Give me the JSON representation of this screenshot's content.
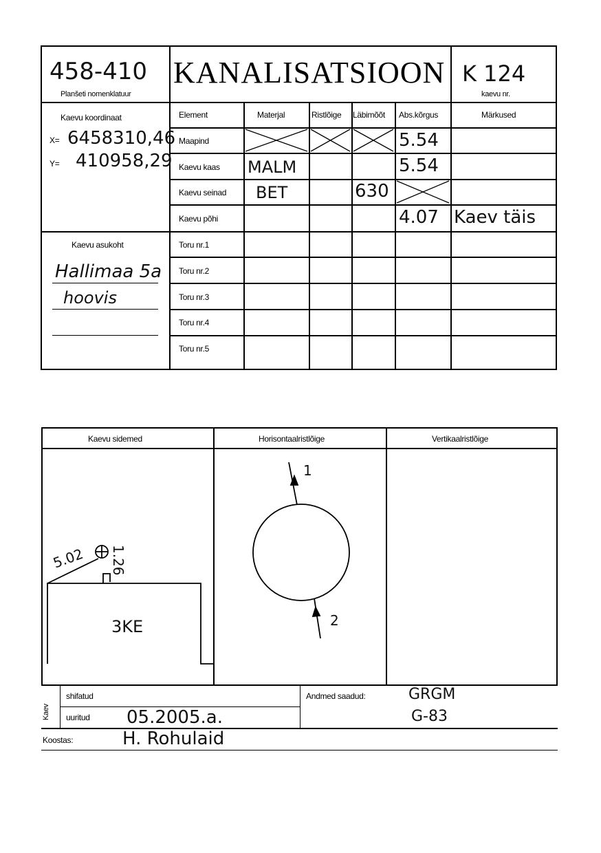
{
  "header": {
    "sheet_number": "458-410",
    "sheet_label": "Planšeti nomenklatuur",
    "title": "KANALISATSIOON",
    "well_id": "K 124",
    "well_label": "kaevu nr."
  },
  "coordinates": {
    "label": "Kaevu koordinaat",
    "x_label": "X=",
    "x_value": "6458310,46",
    "y_label": "Y=",
    "y_value": "410958,29"
  },
  "location": {
    "label": "Kaevu asukoht",
    "line1": "Hallimaa 5a",
    "line2": "hoovis"
  },
  "table": {
    "headers": [
      "Element",
      "Materjal",
      "Ristlõige",
      "Läbimõõt",
      "Abs.kõrgus",
      "Märkused"
    ],
    "rows": [
      {
        "element": "Maapind",
        "material": "",
        "diameter": "",
        "height": "5.54",
        "notes": ""
      },
      {
        "element": "Kaevu kaas",
        "material": "MALM",
        "diameter": "",
        "height": "5.54",
        "notes": ""
      },
      {
        "element": "Kaevu seinad",
        "material": "BET",
        "diameter": "630",
        "height": "",
        "notes": ""
      },
      {
        "element": "Kaevu põhi",
        "material": "",
        "diameter": "",
        "height": "4.07",
        "notes": "Kaev täis"
      },
      {
        "element": "Toru nr.1"
      },
      {
        "element": "Toru nr.2"
      },
      {
        "element": "Toru nr.3"
      },
      {
        "element": "Toru nr.4"
      },
      {
        "element": "Toru nr.5"
      }
    ]
  },
  "lower": {
    "col1": "Kaevu sidemed",
    "col2": "Horisontaalristlõige",
    "col3": "Vertikaalristlõige",
    "tie_distance_1": "5.02",
    "tie_distance_2": "1.26",
    "building_label": "3KE",
    "pipe_1": "1",
    "pipe_2": "2"
  },
  "footer": {
    "kaev_label": "Kaev",
    "shifted_label": "shifatud",
    "surveyed_label": "uuritud",
    "surveyed_date": "05.2005.a.",
    "source_label": "Andmed saadud:",
    "source_line1": "GRGM",
    "source_line2": "G-83",
    "author_label": "Koostas:",
    "author": "H. Rohulaid"
  }
}
